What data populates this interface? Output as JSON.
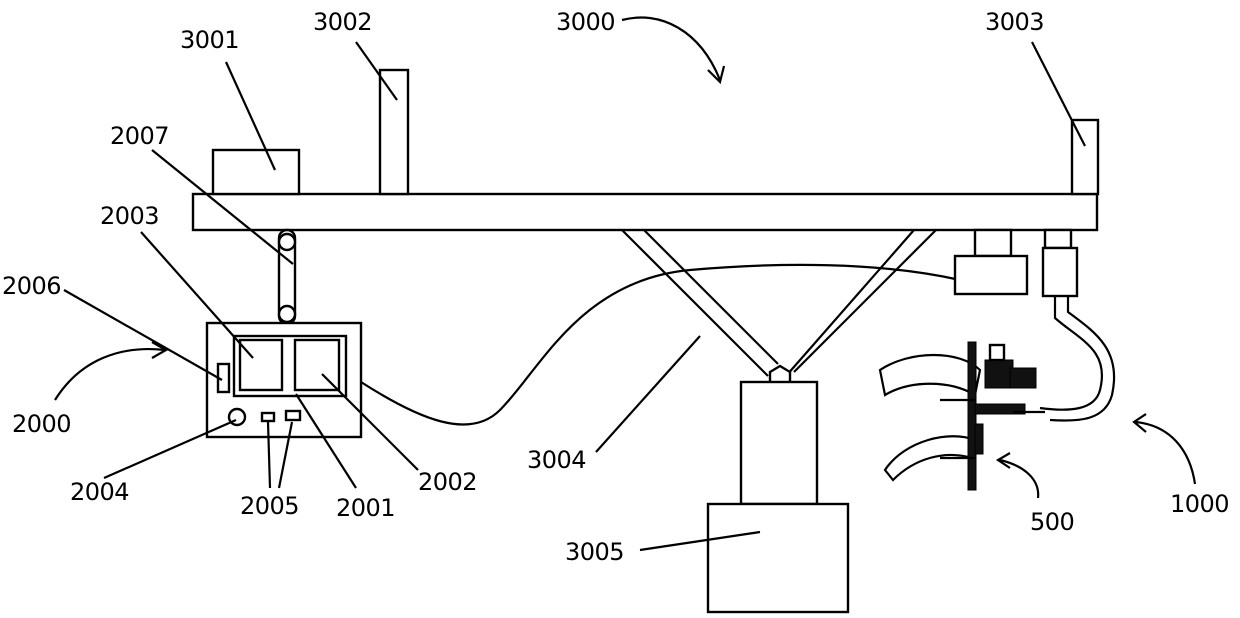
{
  "labels": {
    "l3000": "3000",
    "l3001": "3001",
    "l3002": "3002",
    "l3003": "3003",
    "l3004": "3004",
    "l3005": "3005",
    "l2000": "2000",
    "l2001": "2001",
    "l2002": "2002",
    "l2003": "2003",
    "l2004": "2004",
    "l2005": "2005",
    "l2006": "2006",
    "l2007": "2007",
    "l1000": "1000",
    "l500": "500"
  }
}
